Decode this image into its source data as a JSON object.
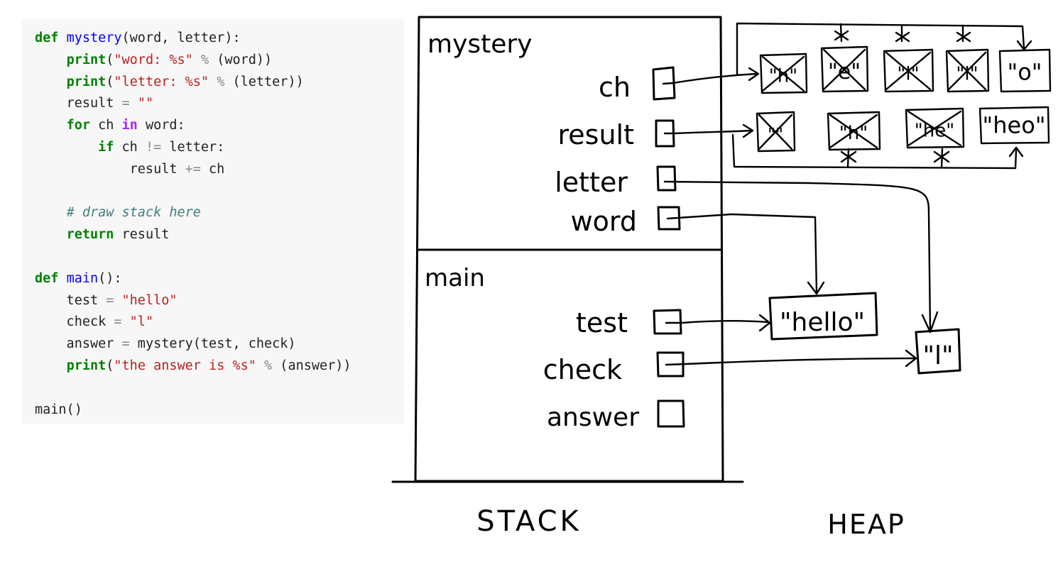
{
  "code": {
    "lines": [
      [
        [
          "kw",
          "def"
        ],
        [
          "pl",
          " "
        ],
        [
          "fn",
          "mystery"
        ],
        [
          "pl",
          "(word, letter):"
        ]
      ],
      [
        [
          "pl",
          "    "
        ],
        [
          "kw",
          "print"
        ],
        [
          "pl",
          "("
        ],
        [
          "str",
          "\"word: %s\""
        ],
        [
          "pl",
          " "
        ],
        [
          "op",
          "%"
        ],
        [
          "pl",
          " (word))"
        ]
      ],
      [
        [
          "pl",
          "    "
        ],
        [
          "kw",
          "print"
        ],
        [
          "pl",
          "("
        ],
        [
          "str",
          "\"letter: %s\""
        ],
        [
          "pl",
          " "
        ],
        [
          "op",
          "%"
        ],
        [
          "pl",
          " (letter))"
        ]
      ],
      [
        [
          "pl",
          "    result "
        ],
        [
          "op",
          "="
        ],
        [
          "pl",
          " "
        ],
        [
          "str",
          "\"\""
        ]
      ],
      [
        [
          "pl",
          "    "
        ],
        [
          "kw",
          "for"
        ],
        [
          "pl",
          " ch "
        ],
        [
          "kwi",
          "in"
        ],
        [
          "pl",
          " word:"
        ]
      ],
      [
        [
          "pl",
          "        "
        ],
        [
          "kw",
          "if"
        ],
        [
          "pl",
          " ch "
        ],
        [
          "op",
          "!="
        ],
        [
          "pl",
          " letter:"
        ]
      ],
      [
        [
          "pl",
          "            result "
        ],
        [
          "op",
          "+="
        ],
        [
          "pl",
          " ch"
        ]
      ],
      [],
      [
        [
          "pl",
          "    "
        ],
        [
          "cm",
          "# draw stack here"
        ]
      ],
      [
        [
          "pl",
          "    "
        ],
        [
          "kw",
          "return"
        ],
        [
          "pl",
          " result"
        ]
      ],
      [],
      [
        [
          "kw",
          "def"
        ],
        [
          "pl",
          " "
        ],
        [
          "fn",
          "main"
        ],
        [
          "pl",
          "():"
        ]
      ],
      [
        [
          "pl",
          "    test "
        ],
        [
          "op",
          "="
        ],
        [
          "pl",
          " "
        ],
        [
          "str",
          "\"hello\""
        ]
      ],
      [
        [
          "pl",
          "    check "
        ],
        [
          "op",
          "="
        ],
        [
          "pl",
          " "
        ],
        [
          "str",
          "\"l\""
        ]
      ],
      [
        [
          "pl",
          "    answer "
        ],
        [
          "op",
          "="
        ],
        [
          "pl",
          " mystery(test, check)"
        ]
      ],
      [
        [
          "pl",
          "    "
        ],
        [
          "kw",
          "print"
        ],
        [
          "pl",
          "("
        ],
        [
          "str",
          "\"the answer is %s\""
        ],
        [
          "pl",
          " "
        ],
        [
          "op",
          "%"
        ],
        [
          "pl",
          " (answer))"
        ]
      ],
      [],
      [
        [
          "pl",
          "main()"
        ]
      ]
    ]
  },
  "stack": {
    "caption": "STACK",
    "frames": [
      {
        "name": "mystery",
        "vars": [
          "ch",
          "result",
          "letter",
          "word"
        ]
      },
      {
        "name": "main",
        "vars": [
          "test",
          "check",
          "answer"
        ]
      }
    ]
  },
  "heap": {
    "caption": "HEAP",
    "ch_values": [
      "\"h\"",
      "\"e\"",
      "\"l\"",
      "\"l\"",
      "\"o\""
    ],
    "ch_crossed": [
      true,
      true,
      true,
      true,
      false
    ],
    "result_values": [
      "\"\"",
      "\"h\"",
      "\"he\"",
      "\"heo\""
    ],
    "result_crossed": [
      true,
      true,
      true,
      false
    ],
    "test_value": "\"hello\"",
    "check_value": "\"l\""
  }
}
